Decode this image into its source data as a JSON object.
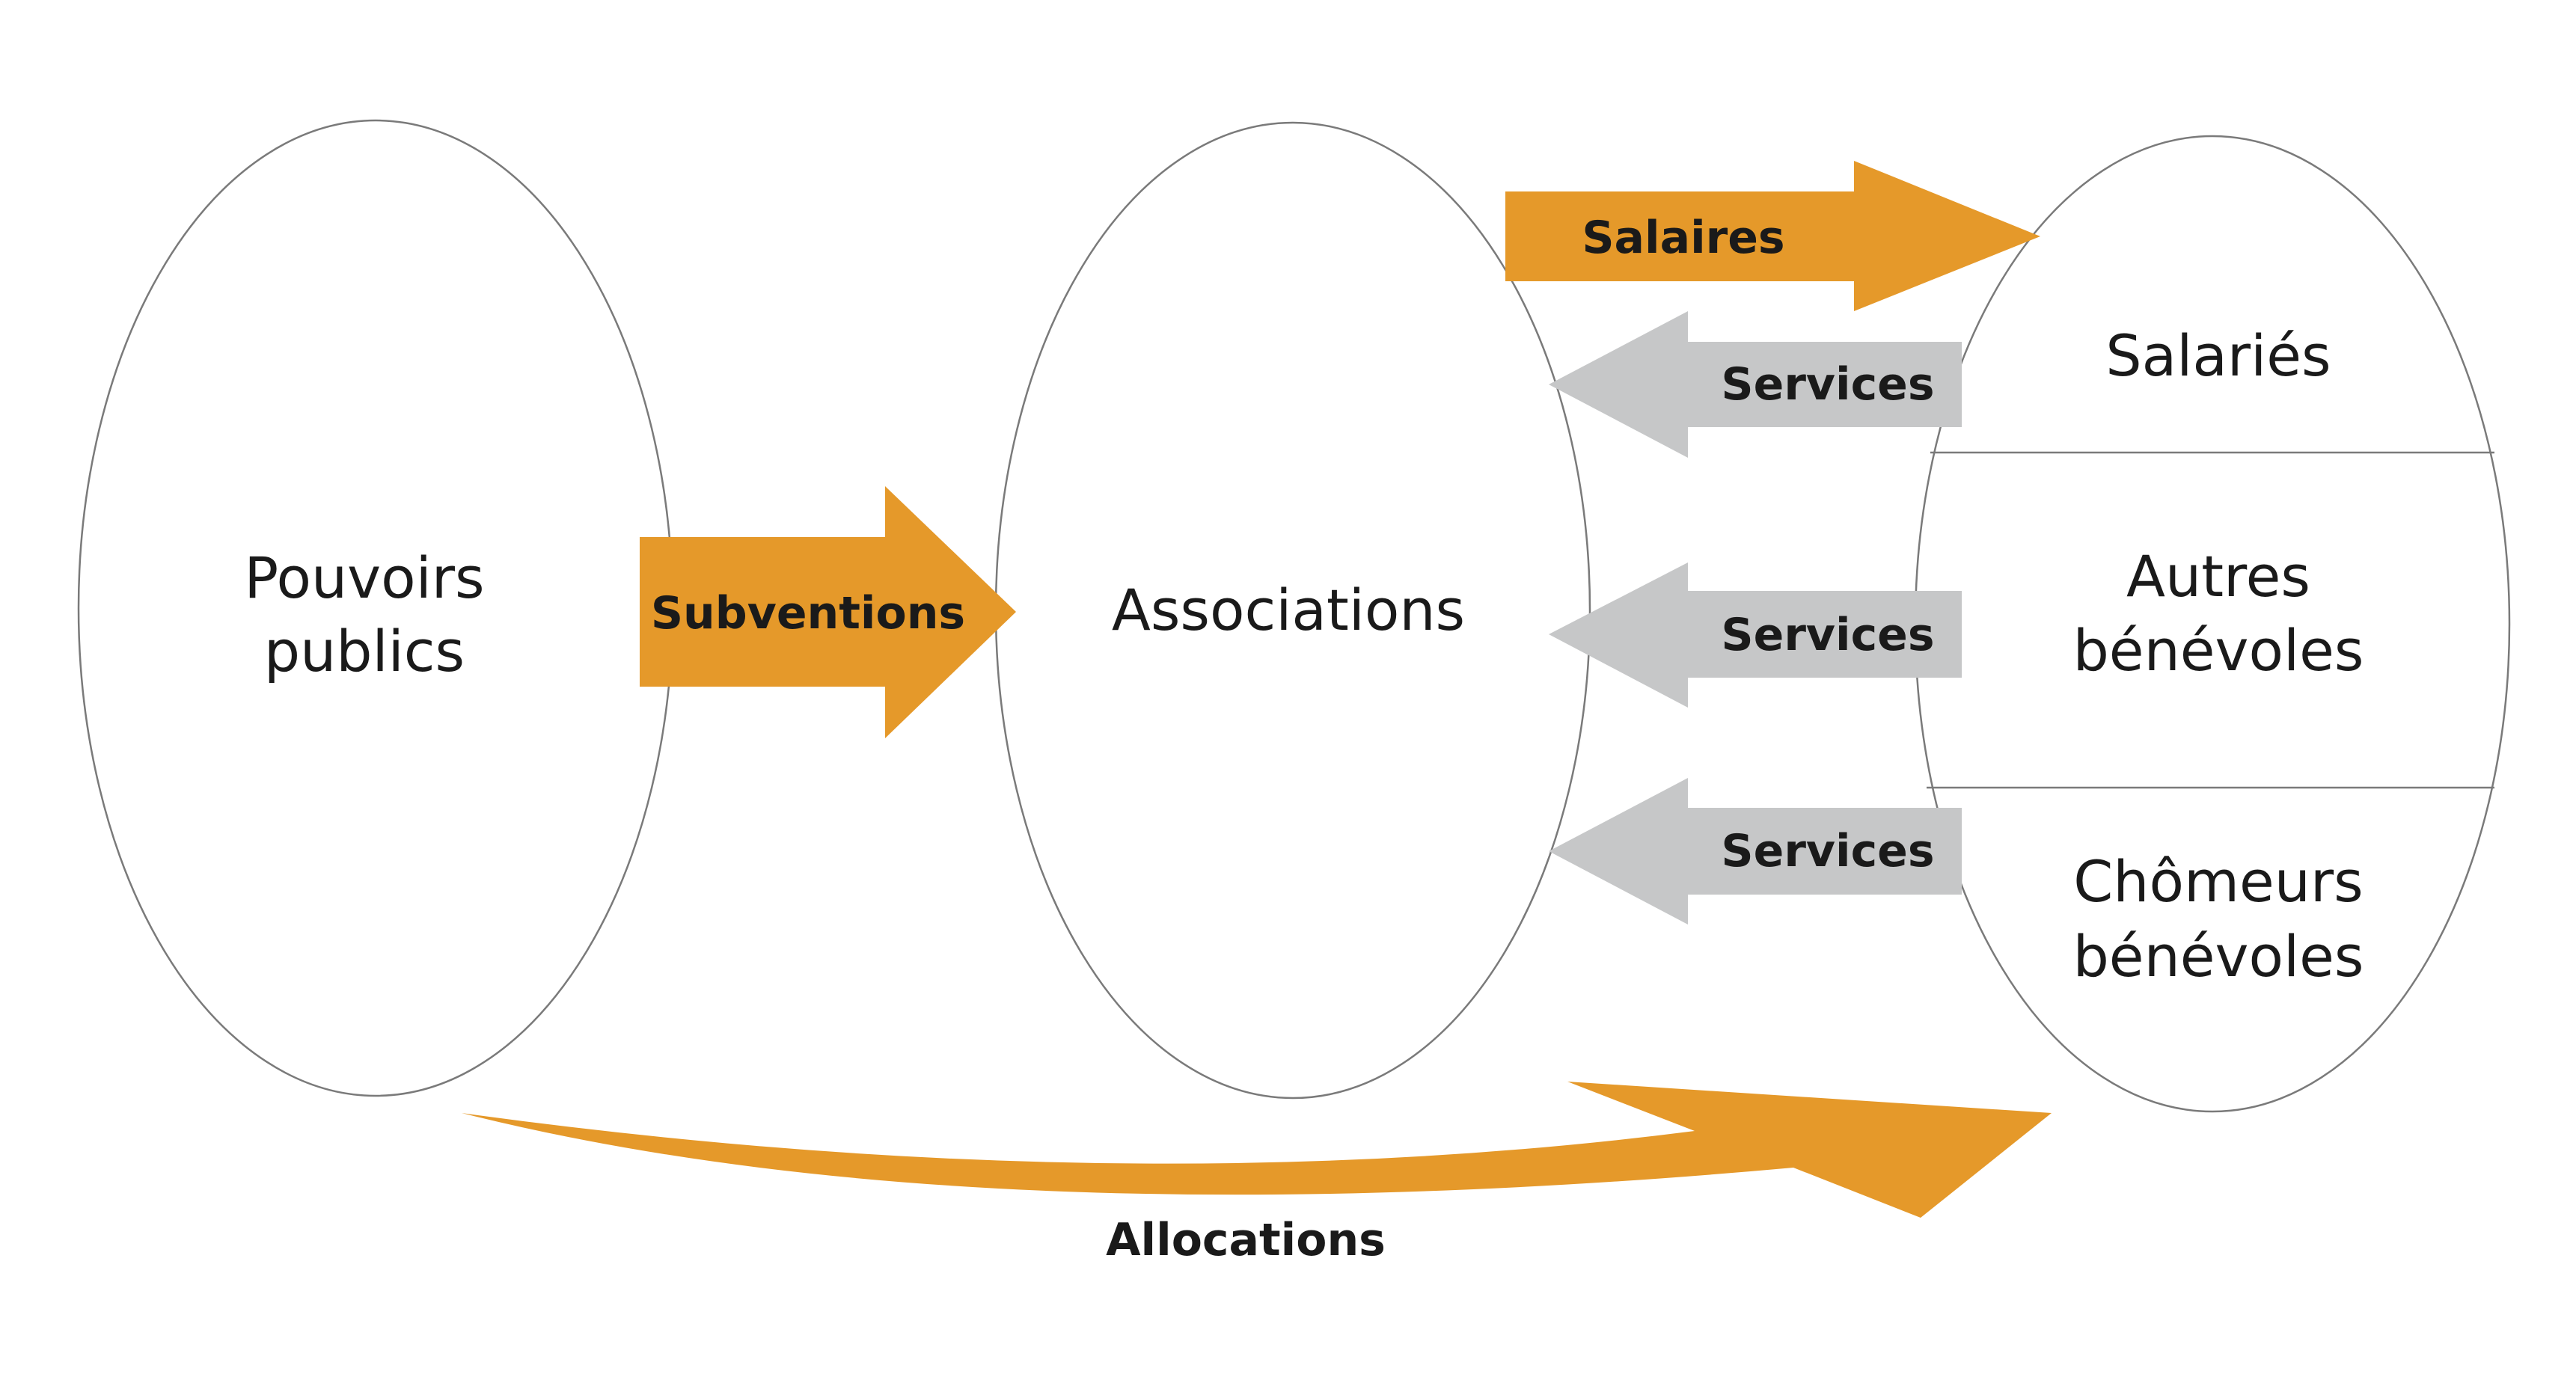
{
  "nodes": {
    "pouvoirs_publics": {
      "line1": "Pouvoirs",
      "line2": "publics"
    },
    "associations": {
      "label": "Associations"
    },
    "salaries": {
      "label": "Salariés"
    },
    "autres_benevoles": {
      "line1": "Autres",
      "line2": "bénévoles"
    },
    "chomeurs_benevoles": {
      "line1": "Chômeurs",
      "line2": "bénévoles"
    }
  },
  "flows": {
    "subventions": "Subventions",
    "salaires": "Salaires",
    "services_salaries": "Services",
    "services_autres": "Services",
    "services_chomeurs": "Services",
    "allocations": "Allocations"
  },
  "colors": {
    "money_flow": "#e5992a",
    "service_flow": "#c6c7c8",
    "outline": "#7a7a7a",
    "text": "#1a1a1a"
  }
}
